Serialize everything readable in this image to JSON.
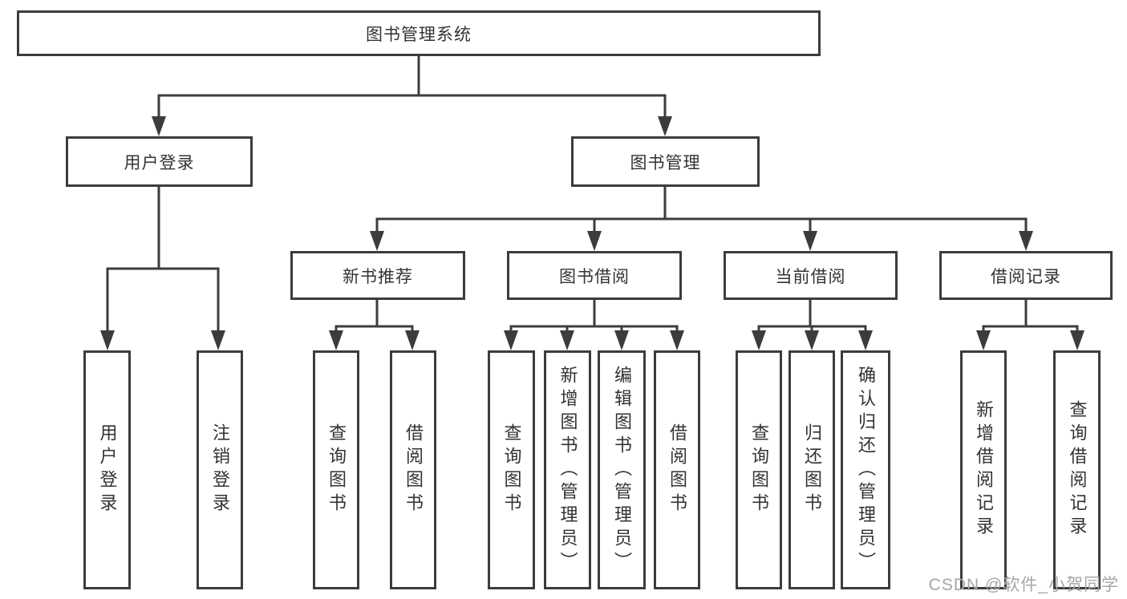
{
  "colors": {
    "line": "#3c3c3c",
    "box_background": "#ffffff",
    "watermark_text": "#a6a6a6"
  },
  "watermark": "CSDN @软件_小贺同学",
  "tree": {
    "root": "图书管理系统",
    "branches": [
      {
        "label": "用户登录",
        "children": [
          "用户登录",
          "注销登录"
        ]
      },
      {
        "label": "图书管理",
        "groups": [
          {
            "label": "新书推荐",
            "children": [
              "查询图书",
              "借阅图书"
            ]
          },
          {
            "label": "图书借阅",
            "children": [
              "查询图书",
              "新增图书（管理员）",
              "编辑图书（管理员）",
              "借阅图书"
            ]
          },
          {
            "label": "当前借阅",
            "children": [
              "查询图书",
              "归还图书",
              "确认归还（管理员）"
            ]
          },
          {
            "label": "借阅记录",
            "children": [
              "新增借阅记录",
              "查询借阅记录"
            ]
          }
        ]
      }
    ]
  }
}
